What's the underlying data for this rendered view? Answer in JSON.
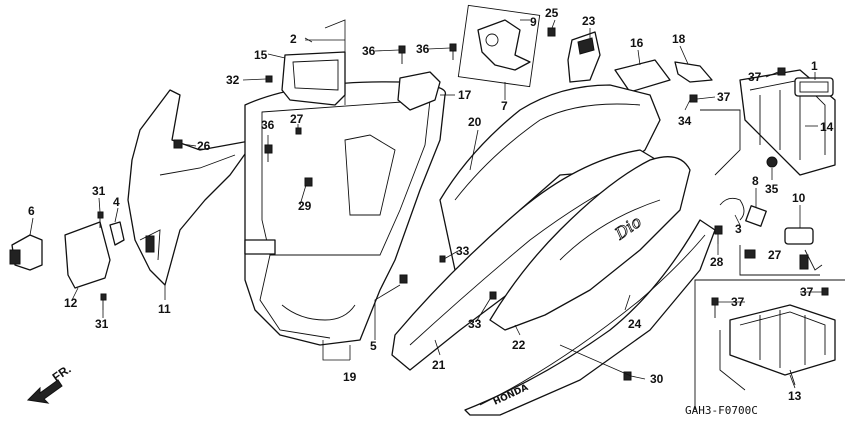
{
  "diagram": {
    "code": "GAH3-F0700C",
    "direction_label": "FR.",
    "callouts": [
      "1",
      "2",
      "3",
      "4",
      "5",
      "6",
      "7",
      "8",
      "9",
      "10",
      "11",
      "12",
      "13",
      "14",
      "15",
      "16",
      "17",
      "18",
      "19",
      "20",
      "21",
      "22",
      "23",
      "24",
      "25",
      "26",
      "27",
      "28",
      "29",
      "30",
      "31",
      "32",
      "33",
      "34",
      "35",
      "36",
      "37"
    ],
    "emblem_text": "HONDA",
    "decal_text": "Dio"
  }
}
